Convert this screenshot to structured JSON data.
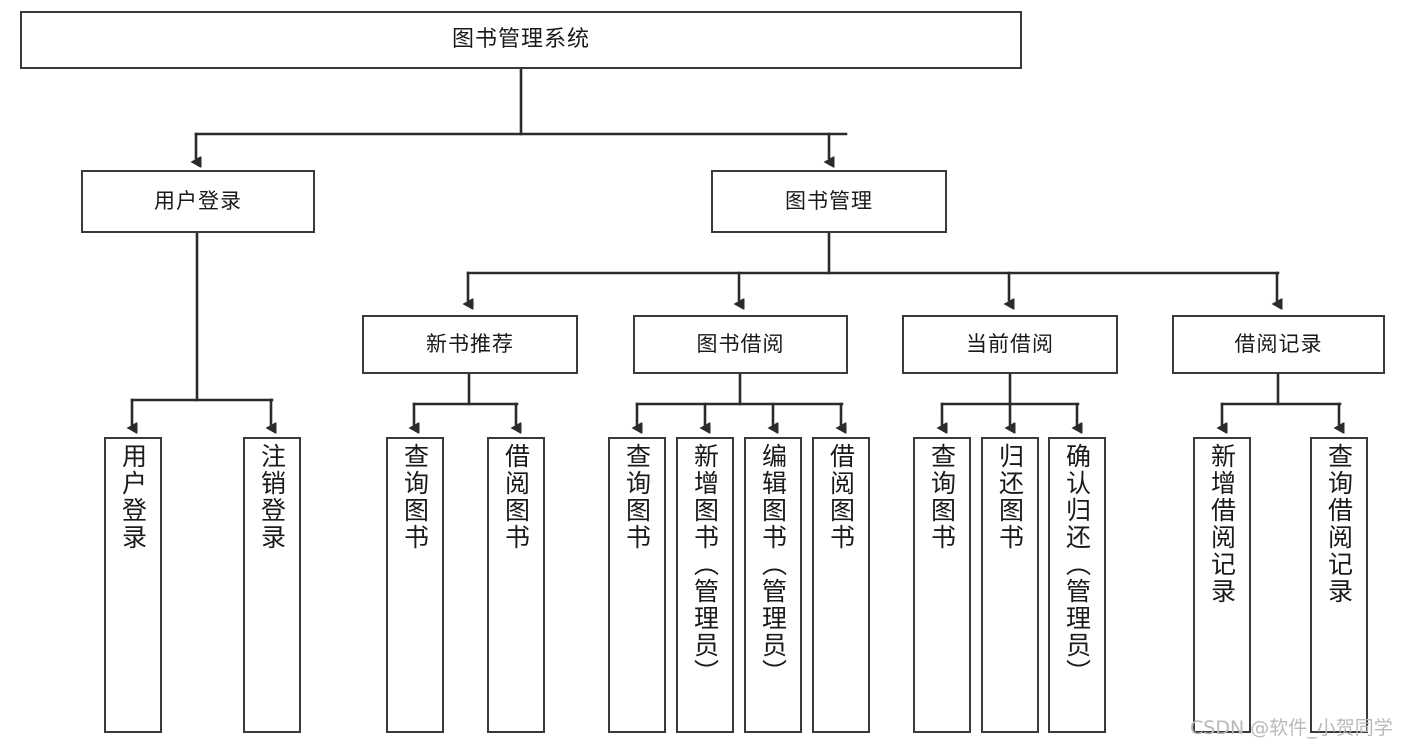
{
  "diagram": {
    "title": "图书管理系统",
    "type": "tree-hierarchy-diagram",
    "watermark": "CSDN @软件_小贺同学",
    "colors": {
      "box_border": "#3a3a3a",
      "box_fill": "#ffffff",
      "connector": "#2b2b2b",
      "text": "#1a1a1a",
      "watermark": "#b9b9b9",
      "background": "#ffffff"
    },
    "nodes": {
      "root": {
        "label": "图书管理系统"
      },
      "level1": [
        {
          "label": "用户登录"
        },
        {
          "label": "图书管理"
        }
      ],
      "level2": [
        {
          "label": "新书推荐"
        },
        {
          "label": "图书借阅"
        },
        {
          "label": "当前借阅"
        },
        {
          "label": "借阅记录"
        }
      ],
      "leaves": {
        "user_login": [
          {
            "label": "用户登录"
          },
          {
            "label": "注销登录"
          }
        ],
        "new_book_recommend": [
          {
            "label": "查询图书"
          },
          {
            "label": "借阅图书"
          }
        ],
        "book_borrow": [
          {
            "label": "查询图书"
          },
          {
            "label": "新增图书（管理员）"
          },
          {
            "label": "编辑图书（管理员）"
          },
          {
            "label": "借阅图书"
          }
        ],
        "current_borrow": [
          {
            "label": "查询图书"
          },
          {
            "label": "归还图书"
          },
          {
            "label": "确认归还（管理员）"
          }
        ],
        "borrow_record": [
          {
            "label": "新增借阅记录"
          },
          {
            "label": "查询借阅记录"
          }
        ]
      }
    }
  }
}
